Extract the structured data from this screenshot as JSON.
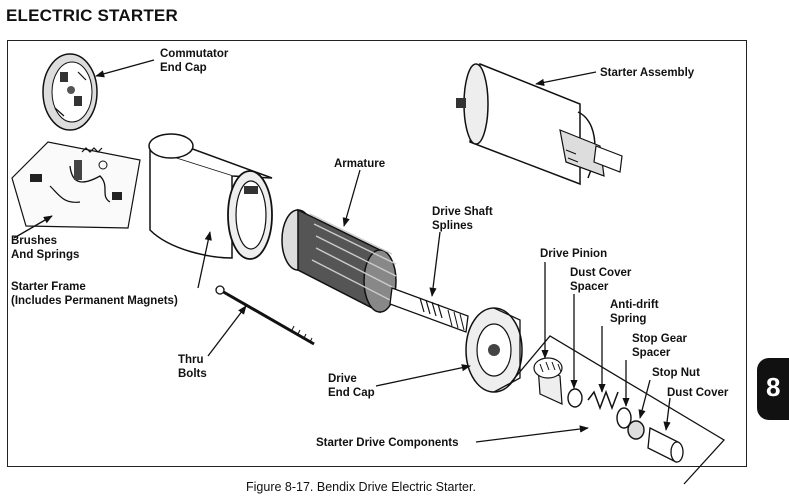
{
  "page": {
    "title": "ELECTRIC STARTER",
    "caption": "Figure 8-17.  Bendix Drive Electric Starter.",
    "section_tab": "8"
  },
  "labels": {
    "commutator_end_cap": "Commutator\nEnd Cap",
    "starter_assembly": "Starter Assembly",
    "armature": "Armature",
    "drive_shaft_splines": "Drive Shaft\nSplines",
    "brushes_and_springs": "Brushes\nAnd Springs",
    "starter_frame": "Starter Frame\n(Includes Permanent Magnets)",
    "drive_pinion": "Drive Pinion",
    "dust_cover_spacer": "Dust Cover\nSpacer",
    "anti_drift_spring": "Anti-drift\nSpring",
    "stop_gear_spacer": "Stop Gear\nSpacer",
    "stop_nut": "Stop Nut",
    "dust_cover": "Dust Cover",
    "thru_bolts": "Thru\nBolts",
    "drive_end_cap": "Drive\nEnd Cap",
    "starter_drive_components": "Starter Drive Components"
  }
}
